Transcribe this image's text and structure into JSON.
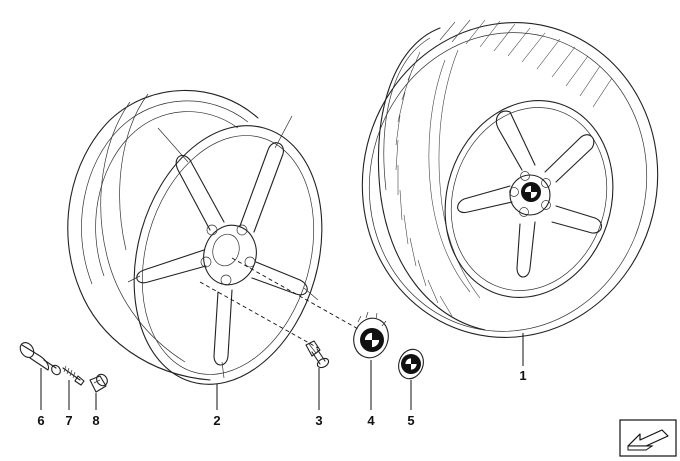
{
  "callouts": [
    {
      "id": "1",
      "label": "1",
      "part": "complete-wheel-with-tyre"
    },
    {
      "id": "2",
      "label": "2",
      "part": "light-alloy-rim"
    },
    {
      "id": "3",
      "label": "3",
      "part": "wheel-bolt"
    },
    {
      "id": "4",
      "label": "4",
      "part": "hub-cap"
    },
    {
      "id": "5",
      "label": "5",
      "part": "emblem"
    },
    {
      "id": "6",
      "label": "6",
      "part": "tyre-valve"
    },
    {
      "id": "7",
      "label": "7",
      "part": "valve-insert"
    },
    {
      "id": "8",
      "label": "8",
      "part": "valve-cap"
    }
  ],
  "icons": {
    "orientation": "direction-arrow-icon",
    "logo": "roundel-logo-icon"
  },
  "colors": {
    "line": "#222222",
    "background": "#ffffff",
    "logo_dark": "#111111"
  }
}
